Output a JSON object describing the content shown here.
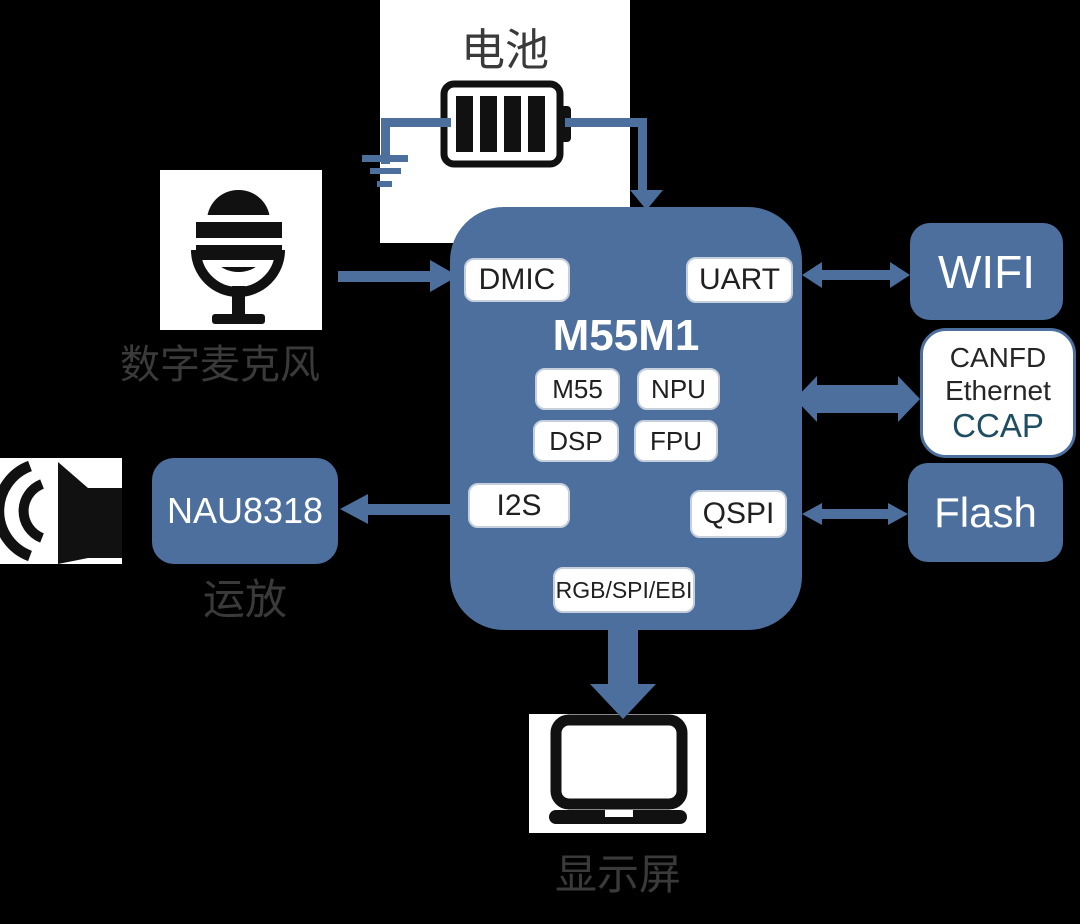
{
  "colors": {
    "background": "#000000",
    "block_blue": "#4C6F9E",
    "chip_border": "#C6CFDC",
    "dark_text": "#202020",
    "label_gray": "#3A3A3A",
    "ccap_text": "#1F4E63",
    "icon_black": "#111111"
  },
  "battery": {
    "label": "电池",
    "icon": "battery-icon"
  },
  "microphone": {
    "label": "数字麦克风",
    "icon": "microphone-icon"
  },
  "soc": {
    "title": "M55M1",
    "ports": {
      "dmic": "DMIC",
      "uart": "UART",
      "i2s": "I2S",
      "qspi": "QSPI",
      "display_if": "RGB/SPI/EBI"
    },
    "cores": [
      "M55",
      "NPU",
      "DSP",
      "FPU"
    ]
  },
  "wifi": {
    "label": "WIFI"
  },
  "comm_module": {
    "line1": "CANFD",
    "line2": "Ethernet",
    "line3": "CCAP"
  },
  "flash": {
    "label": "Flash"
  },
  "amplifier": {
    "chip": "NAU8318",
    "label": "运放",
    "icon": "speaker-icon"
  },
  "display": {
    "label": "显示屏",
    "icon": "laptop-icon"
  }
}
